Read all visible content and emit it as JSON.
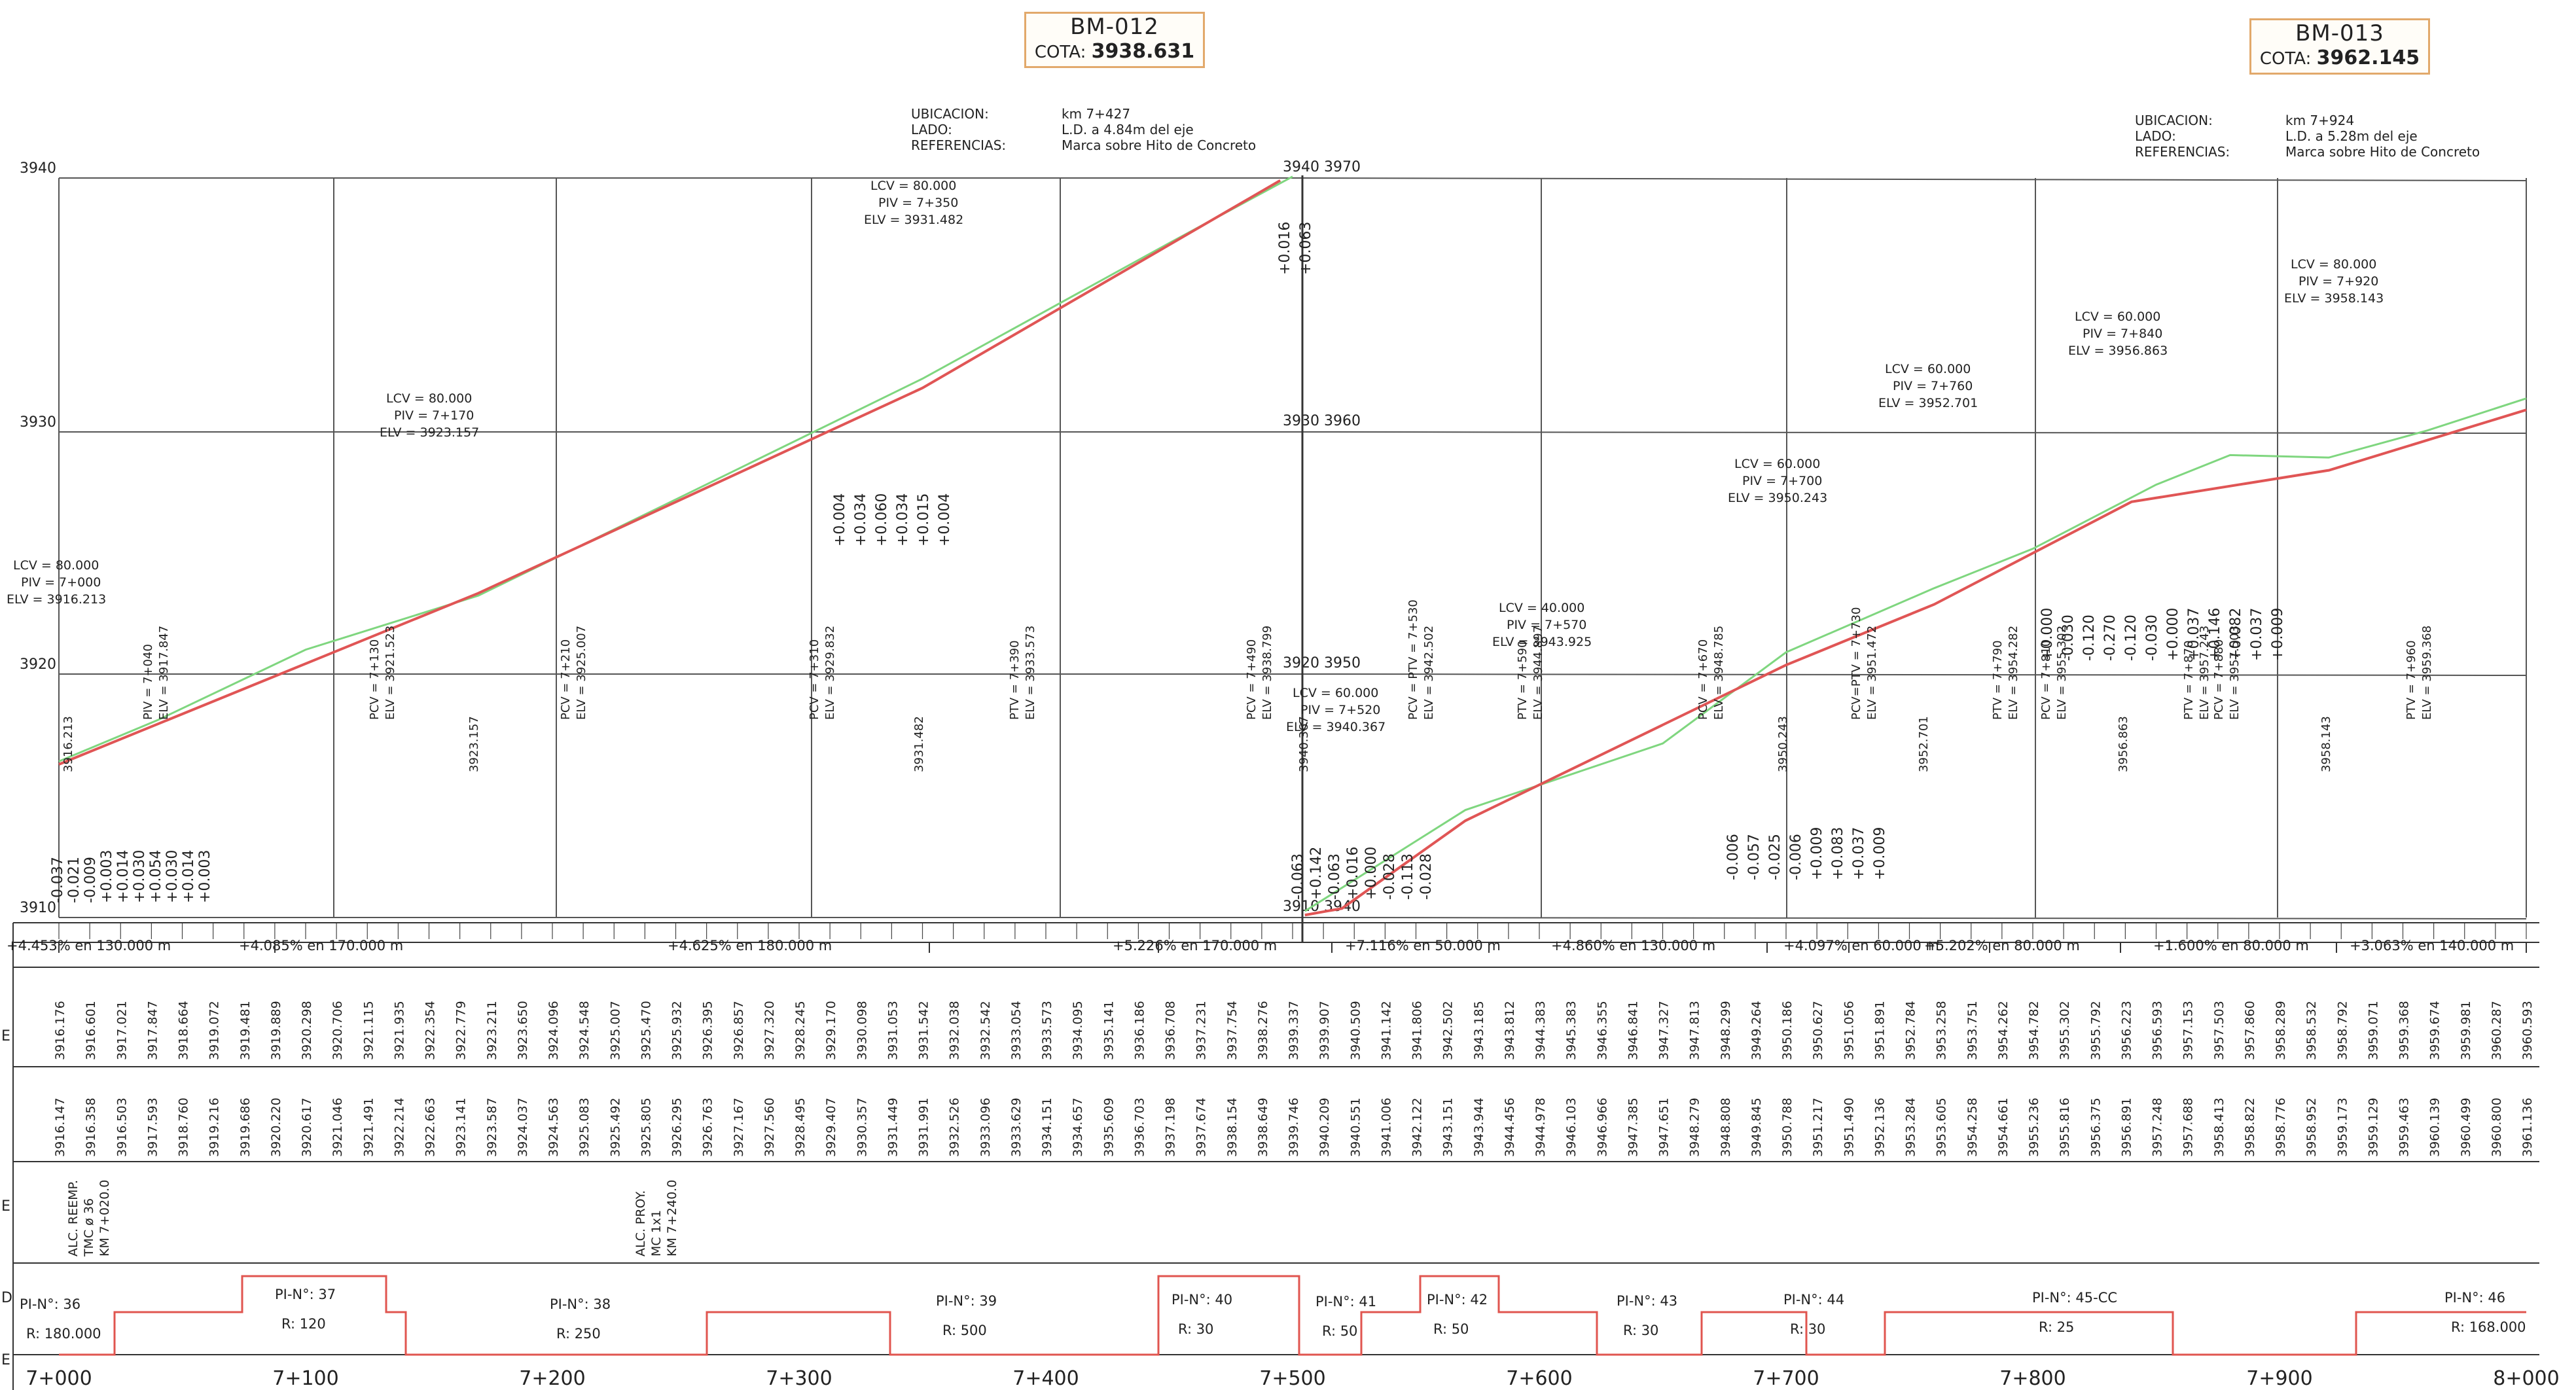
{
  "benchmarks": [
    {
      "name": "BM-012",
      "cota_label": "COTA:",
      "cota": "3938.631",
      "info": [
        [
          "UBICACION:",
          "km  7+427"
        ],
        [
          "LADO:",
          "L.D. a 4.84m del eje"
        ],
        [
          "REFERENCIAS:",
          "Marca sobre Hito de Concreto"
        ]
      ]
    },
    {
      "name": "BM-013",
      "cota_label": "COTA:",
      "cota": "3962.145",
      "info": [
        [
          "UBICACION:",
          "km  7+924"
        ],
        [
          "LADO:",
          "L.D. a 5.28m del eje"
        ],
        [
          "REFERENCIAS:",
          "Marca sobre Hito de Concreto"
        ]
      ]
    }
  ],
  "elevation_labels_left": [
    "3940",
    "3930",
    "3920",
    "3910"
  ],
  "elevation_labels_mid": [
    "3940 3970",
    "3930 3960",
    "3920 3950",
    "3910 3940"
  ],
  "stations": [
    "7+000",
    "7+100",
    "7+200",
    "7+300",
    "7+400",
    "7+500",
    "7+600",
    "7+700",
    "7+800",
    "7+900",
    "8+000"
  ],
  "curves": [
    {
      "lcv": "LCV = 80.000",
      "piv": "PIV = 7+000",
      "elv": "ELV = 3916.213"
    },
    {
      "lcv": "LCV = 80.000",
      "piv": "PIV = 7+170",
      "elv": "ELV = 3923.157"
    },
    {
      "lcv": "LCV = 80.000",
      "piv": "PIV = 7+350",
      "elv": "ELV = 3931.482"
    },
    {
      "lcv": "LCV = 60.000",
      "piv": "PIV = 7+520",
      "elv": "ELV = 3940.367"
    },
    {
      "lcv": "LCV = 40.000",
      "piv": "PIV = 7+570",
      "elv": "ELV = 3943.925"
    },
    {
      "lcv": "LCV = 60.000",
      "piv": "PIV = 7+700",
      "elv": "ELV = 3950.243"
    },
    {
      "lcv": "LCV = 60.000",
      "piv": "PIV = 7+760",
      "elv": "ELV = 3952.701"
    },
    {
      "lcv": "LCV = 60.000",
      "piv": "PIV = 7+840",
      "elv": "ELV = 3956.863"
    },
    {
      "lcv": "LCV = 80.000",
      "piv": "PIV = 7+920",
      "elv": "ELV = 3958.143"
    }
  ],
  "vertical_tags": [
    "PIV = 7+040",
    "ELV = 3917.847",
    "PCV = 7+130",
    "ELV = 3921.523",
    "PCV = 7+210",
    "ELV = 3925.007",
    "PCV = 7+310",
    "ELV = 3929.832",
    "PTV = 7+390",
    "ELV = 3933.573",
    "PCV = 7+490",
    "ELV = 3938.799",
    "PCV = PTV = 7+530",
    "ELV = 3942.502",
    "PTV = 7+590",
    "ELV = 3944.897",
    "PCV = 7+670",
    "ELV = 3948.785",
    "PCV=PTV = 7+730",
    "ELV = 3951.472",
    "PTV = 7+790",
    "ELV = 3954.282",
    "PCV = 7+810",
    "ELV = 3955.302",
    "PTV = 7+870",
    "ELV = 3957.243",
    "PCV = 7+880",
    "ELV = 3957.503",
    "PTV = 7+960",
    "ELV = 3959.368"
  ],
  "rasante_values": [
    "3916.213",
    "3923.157",
    "3931.482",
    "3940.367",
    "3950.243",
    "3952.701",
    "3956.863",
    "3958.143"
  ],
  "offsets_a": [
    "-0.037",
    "-0.021",
    "-0.009",
    "+0.003",
    "+0.014",
    "+0.030",
    "+0.054",
    "+0.030",
    "+0.014",
    "+0.003"
  ],
  "offsets_b": [
    "+0.004",
    "+0.034",
    "+0.060",
    "+0.034",
    "+0.015",
    "+0.004",
    "+0.016",
    "+0.063"
  ],
  "offsets_c": [
    "-0.063",
    "+0.142",
    "-0.063",
    "+0.016",
    "+0.000",
    "-0.028",
    "-0.113",
    "-0.028"
  ],
  "offsets_d": [
    "-0.006",
    "-0.057",
    "-0.025",
    "-0.006",
    "+0.009",
    "+0.083",
    "+0.037",
    "+0.009"
  ],
  "offsets_e": [
    "+0.000",
    "-0.030",
    "-0.120",
    "-0.270",
    "-0.120",
    "-0.030",
    "+0.000",
    "+0.037",
    "+0.146",
    "+0.082",
    "+0.037",
    "+0.009"
  ],
  "grades": [
    "+4.453% en 130.000 m",
    "+4.085% en 170.000 m",
    "+4.625% en 180.000 m",
    "+5.226% en 170.000 m",
    "+7.116% en 50.000 m",
    "+4.860% en 130.000 m",
    "+4.097% en 60.000 m",
    "+5.202% en 80.000 m",
    "+1.600% en 80.000 m",
    "+3.063% en 140.000 m"
  ],
  "terrain_row": [
    "3916.176",
    "3916.601",
    "3917.021",
    "3917.847",
    "3918.664",
    "3919.072",
    "3919.481",
    "3919.889",
    "3920.298",
    "3920.706",
    "3921.115",
    "3921.935",
    "3922.354",
    "3922.779",
    "3923.211",
    "3923.650",
    "3924.096",
    "3924.548",
    "3925.007",
    "3925.470",
    "3925.932",
    "3926.395",
    "3926.857",
    "3927.320",
    "3928.245",
    "3929.170",
    "3930.098",
    "3931.053",
    "3931.542",
    "3932.038",
    "3932.542",
    "3933.054",
    "3933.573",
    "3934.095",
    "3935.141",
    "3936.186",
    "3936.708",
    "3937.231",
    "3937.754",
    "3938.276",
    "3939.337",
    "3939.907",
    "3940.509",
    "3941.142",
    "3941.806",
    "3942.502",
    "3943.185",
    "3943.812",
    "3944.383",
    "3945.383",
    "3946.355",
    "3946.841",
    "3947.327",
    "3947.813",
    "3948.299",
    "3949.264",
    "3950.186",
    "3950.627",
    "3951.056",
    "3951.891",
    "3952.784",
    "3953.258",
    "3953.751",
    "3954.262",
    "3954.782",
    "3955.302",
    "3955.792",
    "3956.223",
    "3956.593",
    "3957.153",
    "3957.503",
    "3957.860",
    "3958.289",
    "3958.532",
    "3958.792",
    "3959.071",
    "3959.368",
    "3959.674",
    "3959.981",
    "3960.287",
    "3960.593"
  ],
  "grade_row": [
    "3916.147",
    "3916.358",
    "3916.503",
    "3917.593",
    "3918.760",
    "3919.216",
    "3919.686",
    "3920.220",
    "3920.617",
    "3921.046",
    "3921.491",
    "3922.214",
    "3922.663",
    "3923.141",
    "3923.587",
    "3924.037",
    "3924.563",
    "3925.083",
    "3925.492",
    "3925.805",
    "3926.295",
    "3926.763",
    "3927.167",
    "3927.560",
    "3928.495",
    "3929.407",
    "3930.357",
    "3931.449",
    "3931.991",
    "3932.526",
    "3933.096",
    "3933.629",
    "3934.151",
    "3934.657",
    "3935.609",
    "3936.703",
    "3937.198",
    "3937.674",
    "3938.154",
    "3938.649",
    "3939.746",
    "3940.209",
    "3940.551",
    "3941.006",
    "3942.122",
    "3943.151",
    "3943.944",
    "3944.456",
    "3944.978",
    "3946.103",
    "3946.966",
    "3947.385",
    "3947.651",
    "3948.279",
    "3948.808",
    "3949.845",
    "3950.788",
    "3951.217",
    "3951.490",
    "3952.136",
    "3953.284",
    "3953.605",
    "3954.258",
    "3954.661",
    "3955.236",
    "3955.816",
    "3956.375",
    "3956.891",
    "3957.248",
    "3957.688",
    "3958.413",
    "3958.822",
    "3958.776",
    "3958.952",
    "3959.173",
    "3959.129",
    "3959.463",
    "3960.139",
    "3960.499",
    "3960.800",
    "3961.136"
  ],
  "structures": [
    {
      "lines": [
        "ALC. REEMP.",
        "TMC ø 36",
        "KM 7+020.0"
      ]
    },
    {
      "lines": [
        "ALC. PROY.",
        "MC 1x1",
        "KM 7+240.0"
      ]
    }
  ],
  "pis": [
    {
      "pi": "PI-N°: 36",
      "r": "R: 180.000"
    },
    {
      "pi": "PI-N°: 37",
      "r": "R: 120"
    },
    {
      "pi": "PI-N°: 38",
      "r": "R: 250"
    },
    {
      "pi": "PI-N°: 39",
      "r": "R: 500"
    },
    {
      "pi": "PI-N°: 40",
      "r": "R: 30"
    },
    {
      "pi": "PI-N°: 41",
      "r": "R: 50"
    },
    {
      "pi": "PI-N°: 42",
      "r": "R: 50"
    },
    {
      "pi": "PI-N°: 43",
      "r": "R: 30"
    },
    {
      "pi": "PI-N°: 44",
      "r": "R: 30"
    },
    {
      "pi": "PI-N°: 45-CC",
      "r": "R: 25"
    },
    {
      "pi": "PI-N°: 46",
      "r": "R: 168.000"
    }
  ],
  "side_letters": [
    "E",
    "E",
    "D",
    "E"
  ],
  "colors": {
    "grade_line": "#e05555",
    "terrain_line": "#7fd67f",
    "curve_box": "#e2a96b",
    "alignment": "#e0554f",
    "ink": "#222222"
  }
}
